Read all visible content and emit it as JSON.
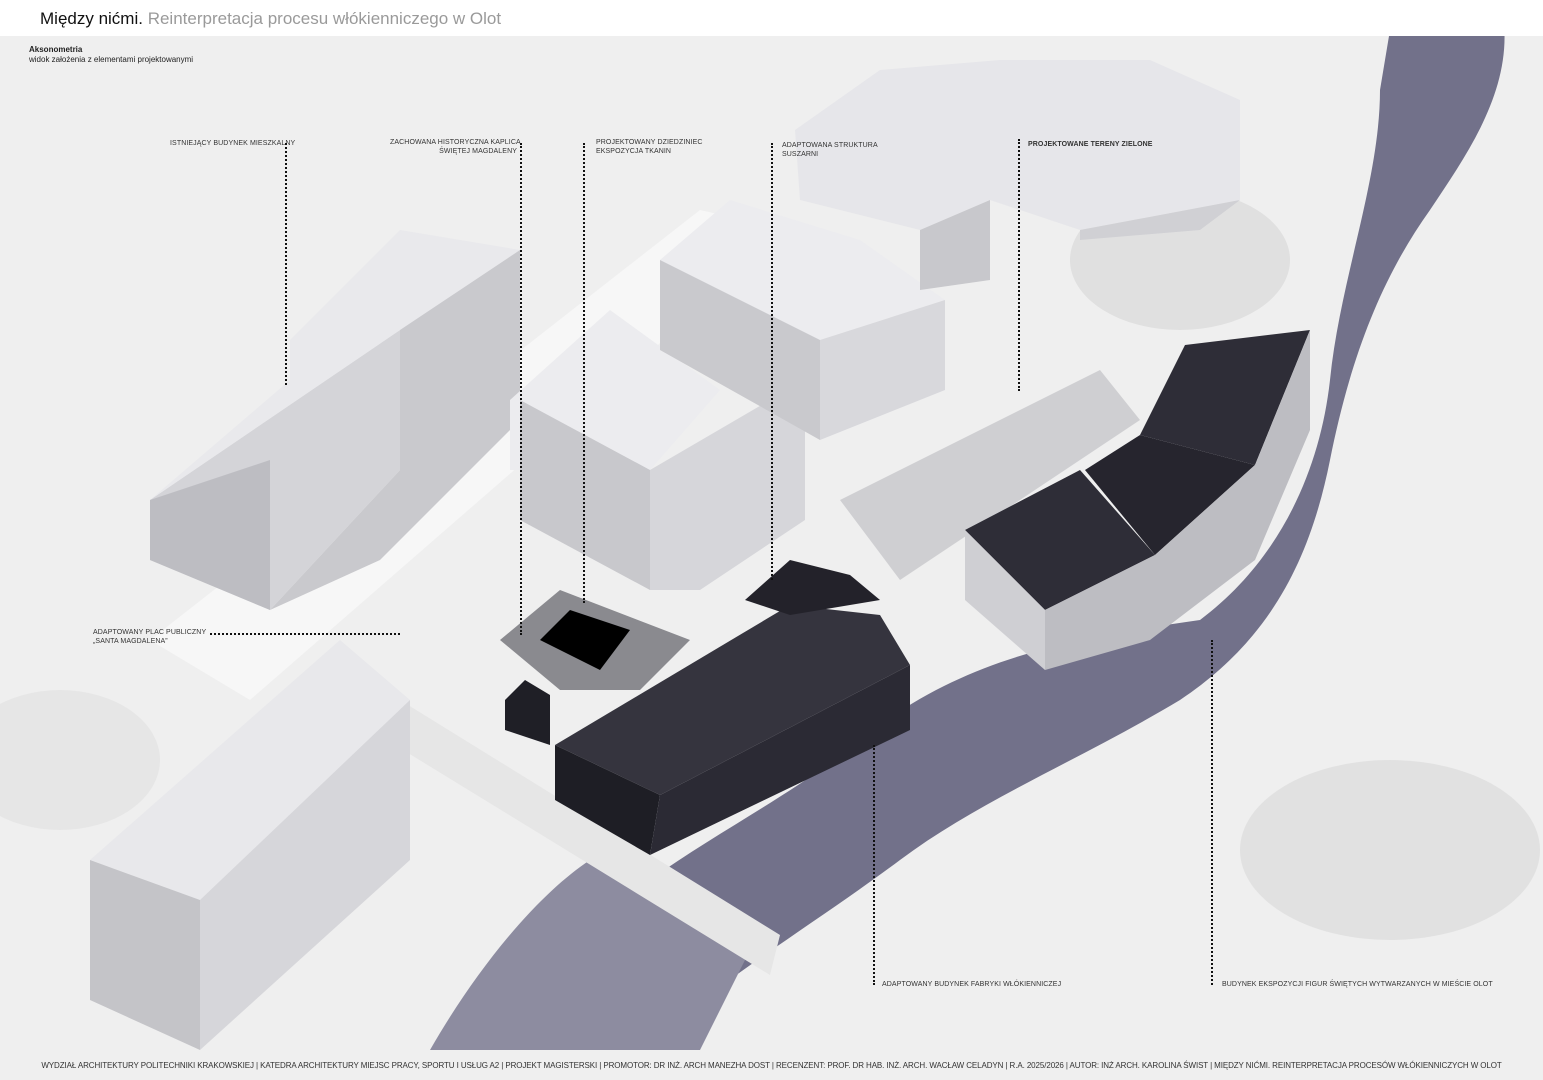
{
  "header": {
    "title_main": "Między nićmi.",
    "title_sub": "Reinterpretacja procesu włókienniczego w Olot"
  },
  "view": {
    "heading": "Aksonometria",
    "caption": "widok założenia z elementami projektowanymi"
  },
  "labels": {
    "residential": "ISTNIEJĄCY BUDYNEK MIESZKALNY",
    "chapel_1": "ZACHOWANA HISTORYCZNA KAPLICA",
    "chapel_2": "ŚWIĘTEJ MAGDALENY",
    "courtyard_1": "PROJEKTOWANY DZIEDZINIEC",
    "courtyard_2": "EKSPOZYCJA TKANIN",
    "dryer_1": "ADAPTOWANA STRUKTURA",
    "dryer_2": "SUSZARNI",
    "green": "PROJEKTOWANE TERENY ZIELONE",
    "square_1": "ADAPTOWANY PLAC PUBLICZNY",
    "square_2": "„SANTA MAGDALENA”",
    "factory": "ADAPTOWANY BUDYNEK FABRYKI WŁÓKIENNICZEJ",
    "exhibition": "BUDYNEK EKSPOZYCJI  FIGUR ŚWIĘTYCH WYTWARZANYCH W MIEŚCIE OLOT"
  },
  "footer": "WYDZIAŁ ARCHITEKTURY POLITECHNIKI KRAKOWSKIEJ | KATEDRA ARCHITEKTURY MIEJSC PRACY, SPORTU I USŁUG A2 | PROJEKT MAGISTERSKI | PROMOTOR: DR INŻ. ARCH MANEZHA DOST | RECENZENT: PROF. DR HAB. INŻ. ARCH. WACŁAW CELADYN | R.A. 2025/2026 | AUTOR: INŻ ARCH. KAROLINA ŚWIST | MIĘDZY NIĆMI. REINTERPRETACJA PROCESÓW WŁÓKIENNICZYCH W OLOT",
  "colors": {
    "river": "#6f6e82",
    "dark_building": "#2b2a34",
    "existing_building": "#d9d9dc"
  }
}
